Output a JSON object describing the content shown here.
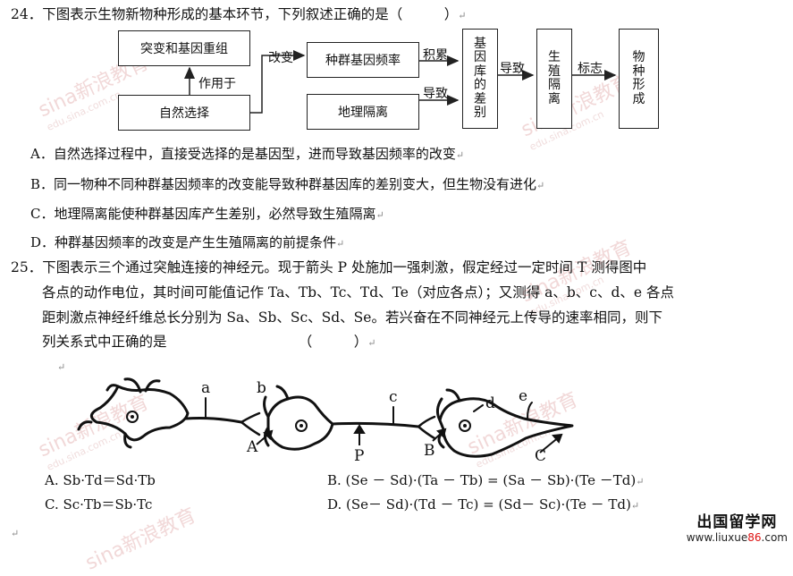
{
  "q24": {
    "stem": "24．下图表示生物新物种形成的基本环节，下列叙述正确的是（　　　）",
    "diagram": {
      "box_mutation": "突变和基因重组",
      "box_selection": "自然选择",
      "box_freq": "种群基因频率",
      "box_isolation": "地理隔离",
      "box_gene_pool": "基因库的差别",
      "box_repro": "生殖隔离",
      "box_species": "物种形成",
      "lbl_acts_on": "作用于",
      "lbl_change": "改变",
      "lbl_accumulate": "积累",
      "lbl_lead1": "导致",
      "lbl_lead2": "导致",
      "lbl_mark": "标志"
    },
    "options": [
      "A．自然选择过程中，直接受选择的是基因型，进而导致基因频率的改变",
      "B．同一物种不同种群基因频率的改变能导致种群基因库的差别变大，但生物没有进化",
      "C．地理隔离能使种群基因库产生差别，必然导致生殖隔离",
      "D．种群基因频率的改变是产生生殖隔离的前提条件"
    ]
  },
  "q25": {
    "stem_lines": [
      "25．下图表示三个通过突触连接的神经元。现于箭头 P 处施加一强刺激，假定经过一定时间 T 测得图中",
      "各点的动作电位，其时间可能值记作 Ta、Tb、Tc、Td、Te（对应各点）；又测得 a、b、c、d、e 各点",
      "距刺激点神经纤维总长分别为 Sa、Sb、Sc、Sd、Se。若兴奋在不同神经元上传导的速率相同，则下",
      "列关系式中正确的是　　　　　　　　　　（　　　）"
    ],
    "labels": {
      "a": "a",
      "b": "b",
      "c": "c",
      "d": "d",
      "e": "e",
      "A": "A",
      "B": "B",
      "C": "C",
      "P": "P"
    },
    "options": {
      "A": "A. Sb·Td＝Sd·Tb",
      "B": "B. (Se － Sd)·(Ta － Tb) = (Sa － Sb)·(Te －Td)",
      "C": "C. Sc·Tb＝Sb·Tc",
      "D": "D. (Se－ Sd)·(Td － Tc) = (Sd－ Sc)·(Te － Td)"
    }
  },
  "para_mark": "↵",
  "watermark": {
    "brand": "sina新浪教育",
    "url": "edu.sina.com.cn"
  },
  "logo": {
    "name": "出国留学网",
    "url_prefix": "www.liuxue",
    "url_num": "86",
    "url_suffix": ".com"
  }
}
